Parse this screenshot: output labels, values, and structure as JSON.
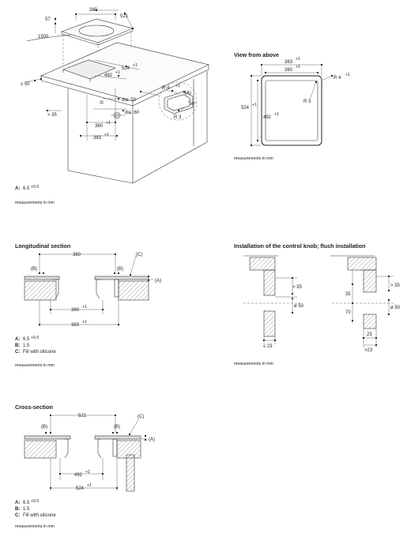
{
  "overview": {
    "dims": {
      "d380": "380",
      "d521": "521",
      "d57": "57",
      "d1500": "1500",
      "d50": "≥ 50",
      "d524": "524",
      "d492": "492",
      "d35": "> 35",
      "d360": "360",
      "d383": "383",
      "dia50": "dia. 50",
      "dia60": "dia. 60",
      "sup1": "+1",
      "r4": "R 4",
      "r3": "R 3",
      "a": "(A)",
      "deg90": "90°",
      "sup_plus": "+1"
    },
    "legend_a_label": "A:",
    "legend_a_value": "6.5",
    "legend_a_sup": "+0.5",
    "measure_note": "measurements in mm"
  },
  "view_above": {
    "title": "View from above",
    "d383": "383",
    "d360": "360",
    "d524": "524",
    "d492": "492",
    "sup1": "+1",
    "r4": "R 4",
    "r3": "R 3",
    "measure_note": "measurements in mm"
  },
  "longitudinal": {
    "title": "Longitudinal section",
    "d380": "380",
    "c": "(C)",
    "b": "(B)",
    "a": "(A)",
    "d360": "360",
    "d383": "383",
    "sup1": "+1",
    "legend": [
      {
        "key": "A:",
        "value": "6.5",
        "sup": "+0.5"
      },
      {
        "key": "B:",
        "value": "1.5",
        "sup": ""
      },
      {
        "key": "C:",
        "value": "Fill with silicone",
        "sup": ""
      }
    ],
    "measure_note": "measurements in mm"
  },
  "knob": {
    "title": "Installation of the control knob; flush installation",
    "gt35": "> 35",
    "dia50": "ø 50",
    "le23": "≤ 23",
    "d35": "35",
    "d70": "70",
    "d23": "23",
    "gt23": ">23",
    "measure_note": "measurements in mm"
  },
  "cross": {
    "title": "Cross-section",
    "d521": "521",
    "c": "(C)",
    "b": "(B)",
    "a": "(A)",
    "d492": "492",
    "d524": "524",
    "sup1": "+1",
    "legend": [
      {
        "key": "A:",
        "value": "6.5",
        "sup": "+0.5"
      },
      {
        "key": "B:",
        "value": "1.5",
        "sup": ""
      },
      {
        "key": "C:",
        "value": "Fill with silicone",
        "sup": ""
      }
    ],
    "measure_note": "measurements in mm"
  }
}
